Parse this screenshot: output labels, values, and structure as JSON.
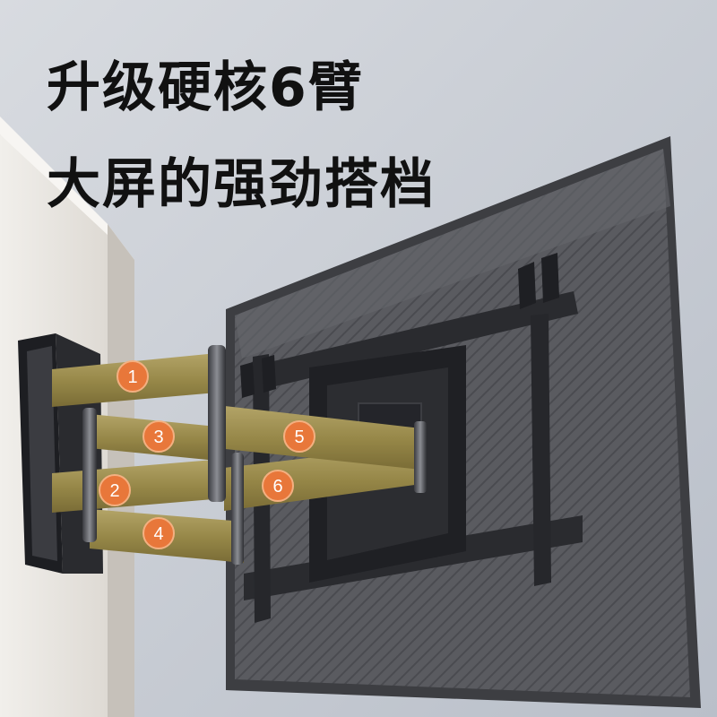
{
  "headline": {
    "line1": "升级硬核6臂",
    "line2": "大屏的强劲搭档"
  },
  "badges": [
    "1",
    "2",
    "3",
    "4",
    "5",
    "6"
  ],
  "colors": {
    "sky": "#c7ccd4",
    "wall": "#e9e6e1",
    "tv_back": "#55565a",
    "arm_gold": "#9c8d52",
    "badge_orange": "#e8773a",
    "bracket_dark": "#2a2b2f"
  }
}
